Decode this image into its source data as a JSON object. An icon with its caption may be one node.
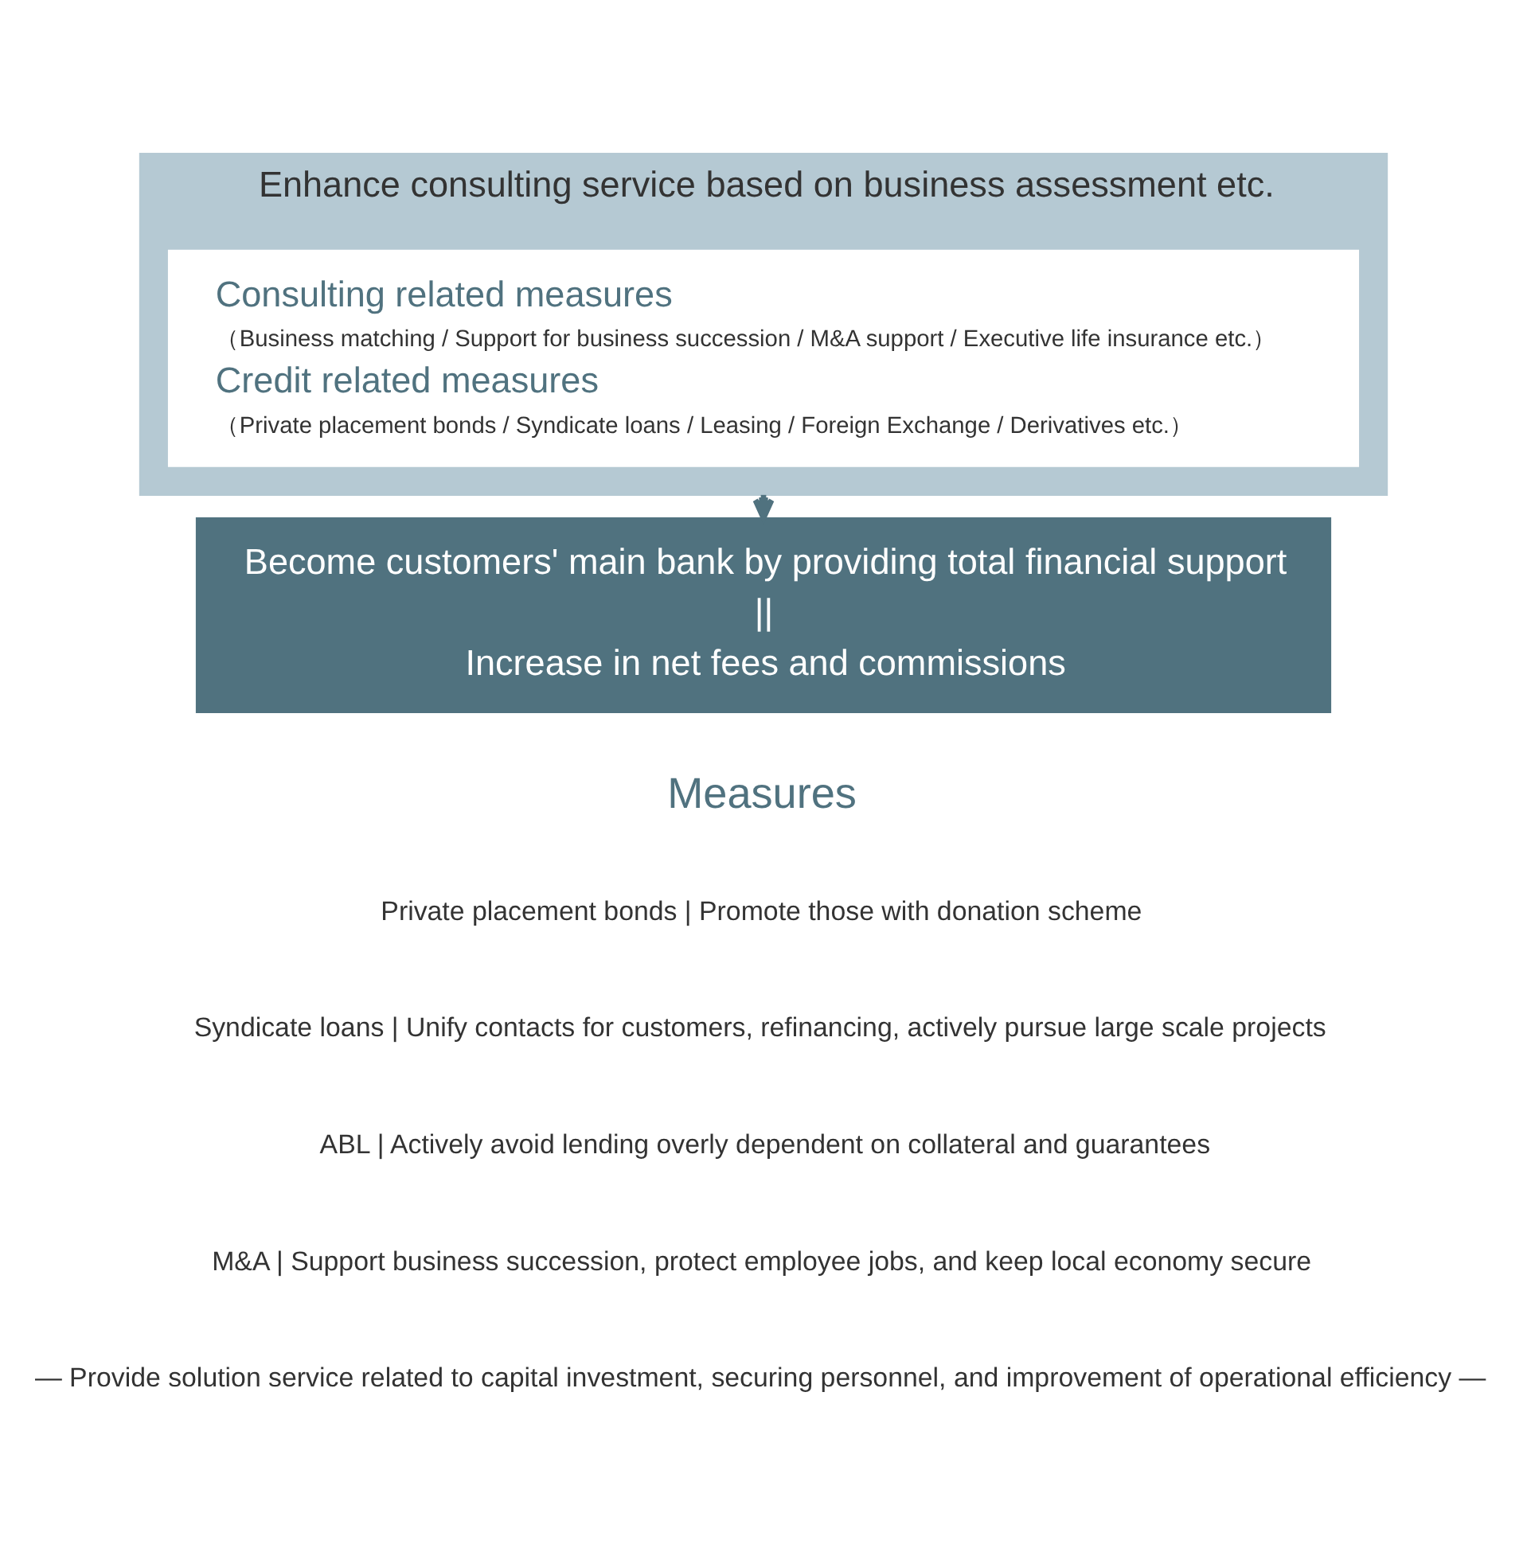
{
  "diagram": {
    "nodes": [
      {
        "text": [
          "Enhance consulting service based on business assessment etc."
        ]
      },
      {
        "text": [
          "Consulting related measures",
          "（Business matching / Support for business succession / M&A support / Executive life insurance etc.）",
          "Credit related measures",
          "（Private placement bonds / Syndicate loans / Leasing / Foreign Exchange / Derivatives etc.）"
        ],
        "in": 0
      },
      {
        "text": [
          "Become customers' main bank by providing total financial support",
          "||",
          "Increase in net fees and commissions"
        ]
      }
    ],
    "edges": [
      {
        "from": 0,
        "to": 2,
        "arrow": "to"
      }
    ],
    "labels": [
      "Measures",
      "Private placement bonds | Promote those with donation scheme",
      "Syndicate loans | Unify contacts for customers, refinancing, actively pursue large scale projects",
      "ABL | Actively avoid lending overly dependent on collateral and guarantees",
      "M&A | Support business succession, protect employee jobs, and keep local economy secure",
      "— Provide solution service related to capital investment, securing personnel, and improvement of operational efficiency —"
    ]
  }
}
